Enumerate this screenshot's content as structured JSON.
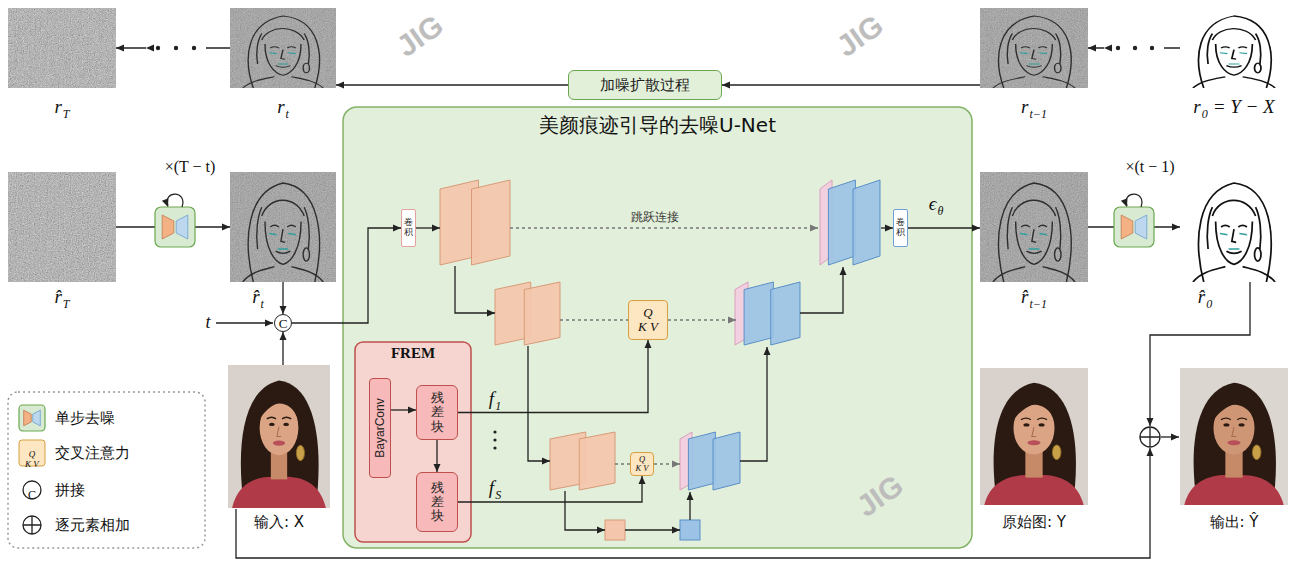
{
  "diagram": {
    "nodes": [
      {
        "text": [
          "r",
          "T"
        ]
      },
      {
        "text": [
          "r",
          "t"
        ]
      },
      {
        "text": [
          "加噪扩散过程"
        ]
      },
      {
        "text": [
          "r",
          "t−1"
        ]
      },
      {
        "text": [
          "r",
          "0",
          "= Y − X"
        ]
      },
      {
        "text": [
          "r̂",
          "T"
        ]
      },
      {
        "text": [
          "r̂",
          "t"
        ]
      },
      {
        "text": [
          "C"
        ]
      },
      {
        "text": [
          "美颜痕迹引导的去噪U-Net"
        ]
      },
      {
        "text": [
          "卷积"
        ],
        "in": 8
      },
      {
        "text": [
          "Q",
          "K V"
        ],
        "in": 8
      },
      {
        "text": [
          "FREM"
        ],
        "in": 8
      },
      {
        "text": [
          "BayarConv"
        ],
        "in": 11
      },
      {
        "text": [
          "残差块"
        ],
        "in": 11
      },
      {
        "text": [
          "残差块"
        ],
        "in": 11
      },
      {
        "text": [
          "Q",
          "K V"
        ],
        "in": 8
      },
      {
        "text": [
          "卷积"
        ],
        "in": 8
      },
      {
        "text": [
          "r̂",
          "t−1"
        ]
      },
      {
        "text": [
          "r̂",
          "0"
        ]
      },
      {
        "text": [
          "输入: X"
        ]
      },
      {
        "text": [
          "原始图: Y"
        ]
      },
      {
        "text": [
          "输出: Ŷ"
        ]
      }
    ],
    "edges": [
      {
        "from": 4,
        "to": 3,
        "arrow": "to"
      },
      {
        "from": 3,
        "to": 2,
        "arrow": "to"
      },
      {
        "from": 2,
        "to": 1,
        "arrow": "to"
      },
      {
        "from": 1,
        "to": 0,
        "arrow": "to"
      },
      {
        "from": 5,
        "to": 6,
        "arrow": "to"
      },
      {
        "from": 6,
        "to": 7,
        "arrow": "to"
      },
      {
        "from": 19,
        "to": 7,
        "arrow": "to"
      },
      {
        "from": 7,
        "to": 9,
        "arrow": "to"
      },
      {
        "from": 12,
        "to": 13,
        "arrow": "to"
      },
      {
        "from": 13,
        "to": 14,
        "arrow": "to"
      },
      {
        "from": 13,
        "to": 10,
        "arrow": "to"
      },
      {
        "from": 14,
        "to": 15,
        "arrow": "to"
      },
      {
        "from": 16,
        "to": 17,
        "arrow": "to"
      },
      {
        "from": 17,
        "to": 18,
        "arrow": "to"
      }
    ],
    "labels": [
      "×(T − t)",
      "t",
      "跳跃连接",
      "ϵ",
      "θ",
      "f",
      "1",
      "f",
      "S",
      "×(t − 1)",
      "Q",
      "K V",
      "C",
      "JIG",
      "JIG",
      "JIG"
    ],
    "legend": [
      {
        "text": "单步去噪"
      },
      {
        "text": "交叉注意力"
      },
      {
        "text": "拼接"
      },
      {
        "text": "逐元素相加"
      }
    ]
  }
}
